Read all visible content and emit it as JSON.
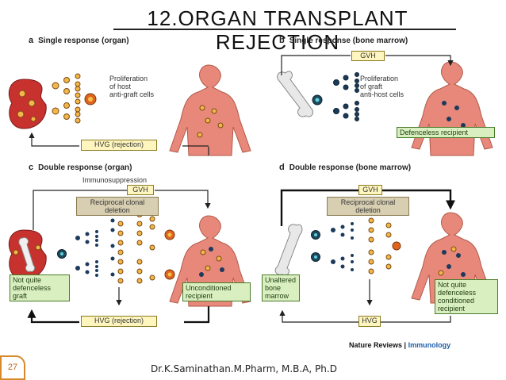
{
  "slide": {
    "title": "12.ORGAN TRANSPLANT REJECTION",
    "page_number": "27",
    "footer": "Dr.K.Saminathan.M.Pharm, M.B.A, Ph.D"
  },
  "panels": {
    "a": {
      "letter": "a",
      "title": "Single response (organ)",
      "text": "Proliferation\nof host\nanti-graft cells",
      "box": "HVG (rejection)"
    },
    "b": {
      "letter": "b",
      "title": "Single response (bone marrow)",
      "text": "Proliferation\nof graft\nanti-host cells",
      "top_box": "GVH",
      "green": "Defenceless recipient"
    },
    "c": {
      "letter": "c",
      "title": "Double response (organ)",
      "note": "Immunosuppression",
      "top_box": "GVH",
      "tan": "Reciprocal clonal\ndeletion",
      "green_left": "Not quite\ndefenceless\ngraft",
      "green_right": "Unconditioned\nrecipient",
      "bottom_box": "HVG (rejection)"
    },
    "d": {
      "letter": "d",
      "title": "Double response (bone marrow)",
      "top_box": "GVH",
      "tan": "Reciprocal clonal\ndeletion",
      "green_left": "Unaltered\nbone\nmarrow",
      "green_right": "Not quite\ndefenceless\nconditioned\nrecipient",
      "bottom_box": "HVG"
    }
  },
  "credit": {
    "journal": "Nature Reviews",
    "separator": "|",
    "section": "Immunology"
  },
  "colors": {
    "badge_border": "#d88a2a",
    "body_fill": "#e8887a",
    "kidney_fill": "#c8322e",
    "green_box": "#d9efc0",
    "yellow_box": "#fff6bf",
    "tan_box": "#d8cfb2",
    "journal_accent": "#1d5fa8"
  }
}
